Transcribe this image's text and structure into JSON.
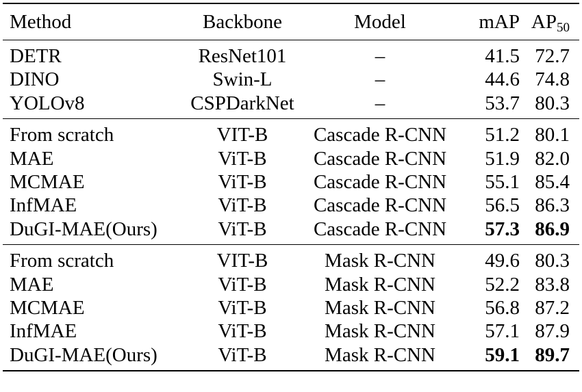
{
  "header": {
    "method": "Method",
    "backbone": "Backbone",
    "model": "Model",
    "map": "mAP",
    "ap50_base": "AP",
    "ap50_sub": "50"
  },
  "groups": [
    {
      "rows": [
        {
          "method": "DETR",
          "backbone": "ResNet101",
          "model": "–",
          "map": "41.5",
          "ap50": "72.7"
        },
        {
          "method": "DINO",
          "backbone": "Swin-L",
          "model": "–",
          "map": "44.6",
          "ap50": "74.8"
        },
        {
          "method": "YOLOv8",
          "backbone": "CSPDarkNet",
          "model": "–",
          "map": "53.7",
          "ap50": "80.3"
        }
      ]
    },
    {
      "rows": [
        {
          "method": "From scratch",
          "backbone": "VIT-B",
          "model": "Cascade R-CNN",
          "map": "51.2",
          "ap50": "80.1"
        },
        {
          "method": "MAE",
          "backbone": "ViT-B",
          "model": "Cascade R-CNN",
          "map": "51.9",
          "ap50": "82.0"
        },
        {
          "method": "MCMAE",
          "backbone": "ViT-B",
          "model": "Cascade R-CNN",
          "map": "55.1",
          "ap50": "85.4"
        },
        {
          "method": "InfMAE",
          "backbone": "ViT-B",
          "model": "Cascade R-CNN",
          "map": "56.5",
          "ap50": "86.3"
        },
        {
          "method": "DuGI-MAE(Ours)",
          "backbone": "ViT-B",
          "model": "Cascade R-CNN",
          "map": "57.3",
          "ap50": "86.9",
          "bold": true
        }
      ]
    },
    {
      "rows": [
        {
          "method": "From scratch",
          "backbone": "VIT-B",
          "model": "Mask R-CNN",
          "map": "49.6",
          "ap50": "80.3"
        },
        {
          "method": "MAE",
          "backbone": "ViT-B",
          "model": "Mask R-CNN",
          "map": "52.2",
          "ap50": "83.8"
        },
        {
          "method": "MCMAE",
          "backbone": "ViT-B",
          "model": "Mask R-CNN",
          "map": "56.8",
          "ap50": "87.2"
        },
        {
          "method": "InfMAE",
          "backbone": "ViT-B",
          "model": "Mask R-CNN",
          "map": "57.1",
          "ap50": "87.9"
        },
        {
          "method": "DuGI-MAE(Ours)",
          "backbone": "ViT-B",
          "model": "Mask R-CNN",
          "map": "59.1",
          "ap50": "89.7",
          "bold": true
        }
      ]
    }
  ]
}
